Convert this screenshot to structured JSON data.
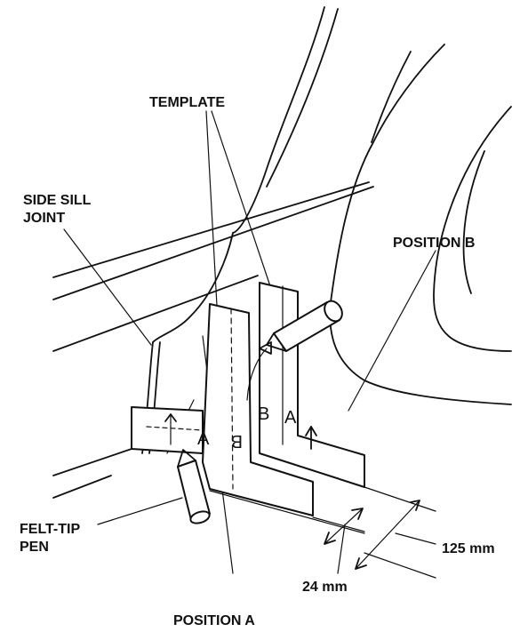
{
  "labels": {
    "template": "TEMPLATE",
    "side_sill_joint_line1": "SIDE SILL",
    "side_sill_joint_line2": "JOINT",
    "position_b": "POSITION B",
    "felt_tip_pen_line1": "FELT-TIP",
    "felt_tip_pen_line2": "PEN",
    "dim_125": "125 mm",
    "dim_24": "24 mm",
    "position_a": "POSITION A"
  },
  "template_marks": {
    "a_left": "A",
    "b_left": "B",
    "b_right": "B",
    "a_right": "A"
  }
}
